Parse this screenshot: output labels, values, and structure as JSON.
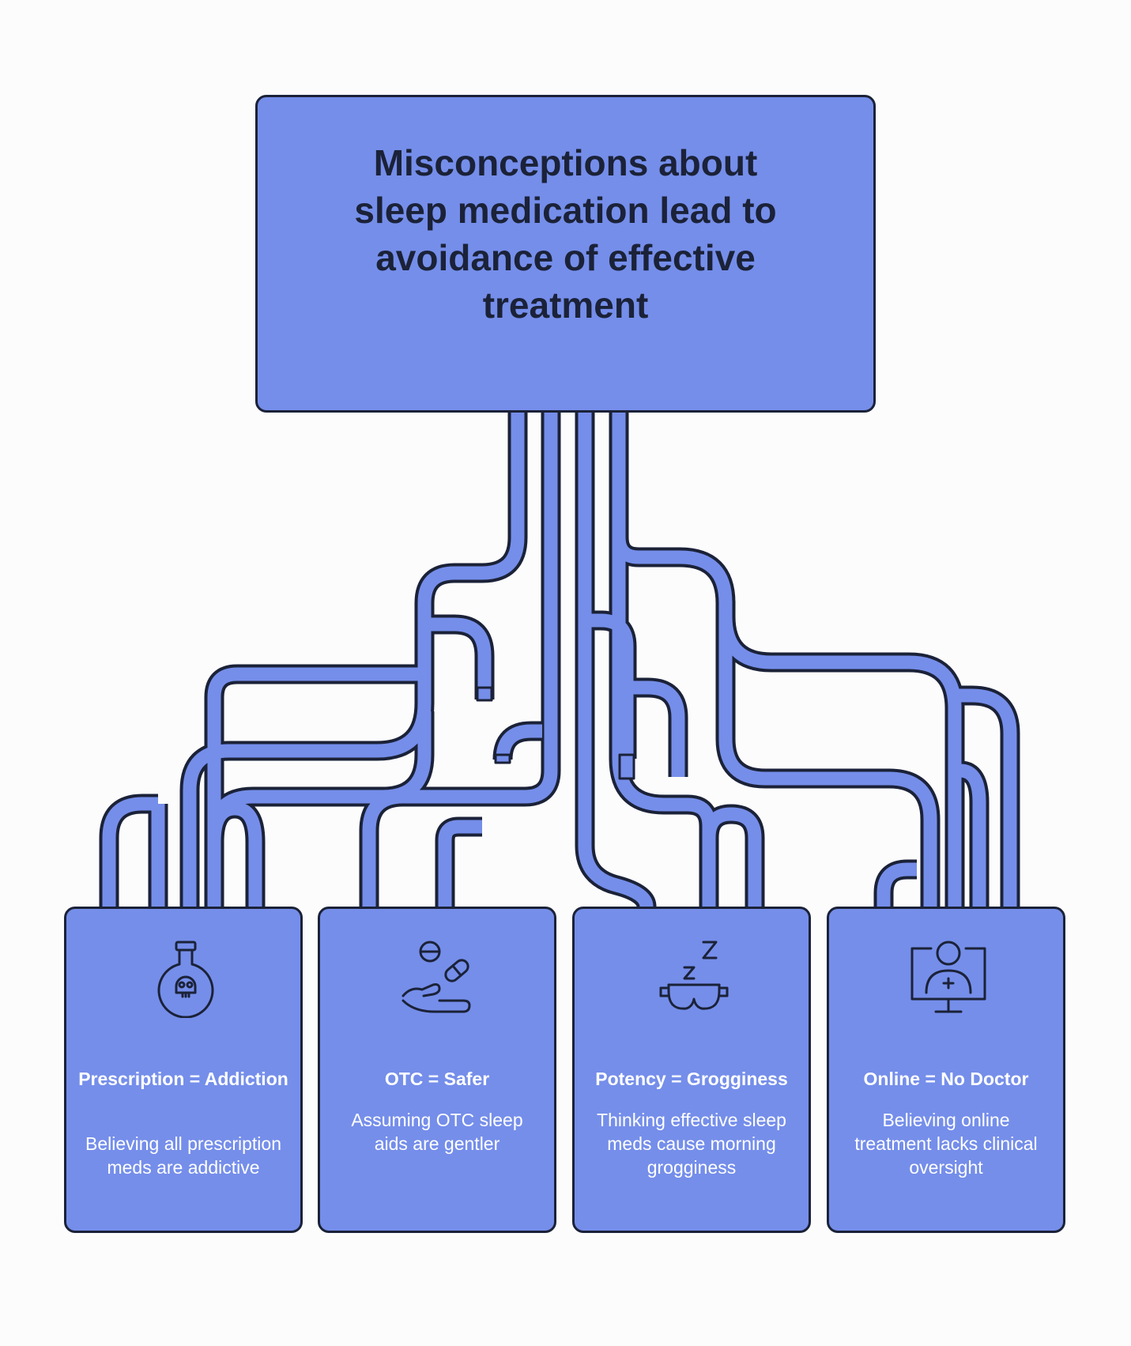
{
  "root": {
    "title": "Misconceptions about sleep medication lead to avoidance of effective treatment"
  },
  "colors": {
    "fill": "#758eea",
    "outline": "#1b2238",
    "text_light": "#ffffff",
    "background": "#fcfcfc"
  },
  "cards": [
    {
      "icon": "poison-flask-icon",
      "title": "Prescription = Addiction",
      "description": "Believing all prescription meds are addictive"
    },
    {
      "icon": "hand-pills-icon",
      "title": "OTC = Safer",
      "description": "Assuming OTC sleep aids are gentler"
    },
    {
      "icon": "sleep-mask-icon",
      "title": "Potency = Grogginess",
      "description": "Thinking effective sleep meds cause morning grogginess"
    },
    {
      "icon": "online-doctor-icon",
      "title": "Online = No Doctor",
      "description": "Believing online treatment lacks clinical oversight"
    }
  ]
}
